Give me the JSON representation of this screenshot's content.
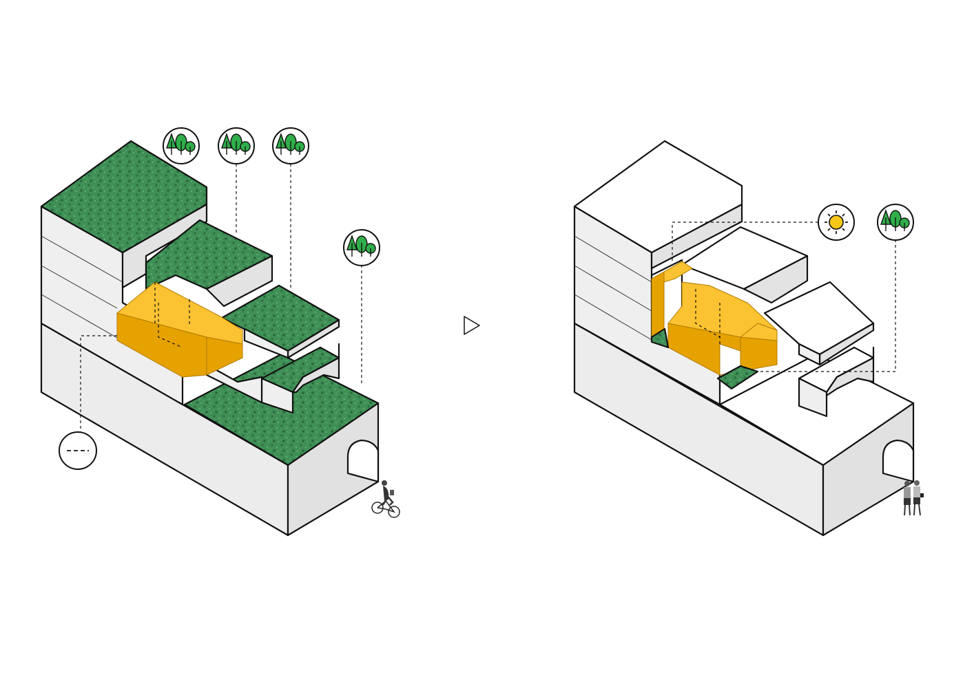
{
  "diagram": {
    "panels": [
      {
        "id": "before",
        "roof_treatment": "green-roof",
        "callouts": [
          "tree-icon",
          "tree-icon",
          "tree-icon",
          "tree-icon",
          "dashed-line-icon"
        ],
        "figure": "cyclist"
      },
      {
        "id": "after",
        "roof_treatment": "white-roof",
        "callouts": [
          "sun-icon",
          "tree-icon"
        ],
        "figure": "pedestrians"
      }
    ],
    "transition": "play-arrow-icon"
  },
  "colors": {
    "green_roof": "#3f8f56",
    "green_roof_dark": "#2d6e40",
    "volume_yellow_light": "#fbc231",
    "volume_yellow": "#e6a200",
    "wall_light": "#efefef",
    "wall_side": "#e2e2e2",
    "outline": "#111111",
    "icon_green": "#2fae4a",
    "sun_yellow": "#f6c619"
  }
}
